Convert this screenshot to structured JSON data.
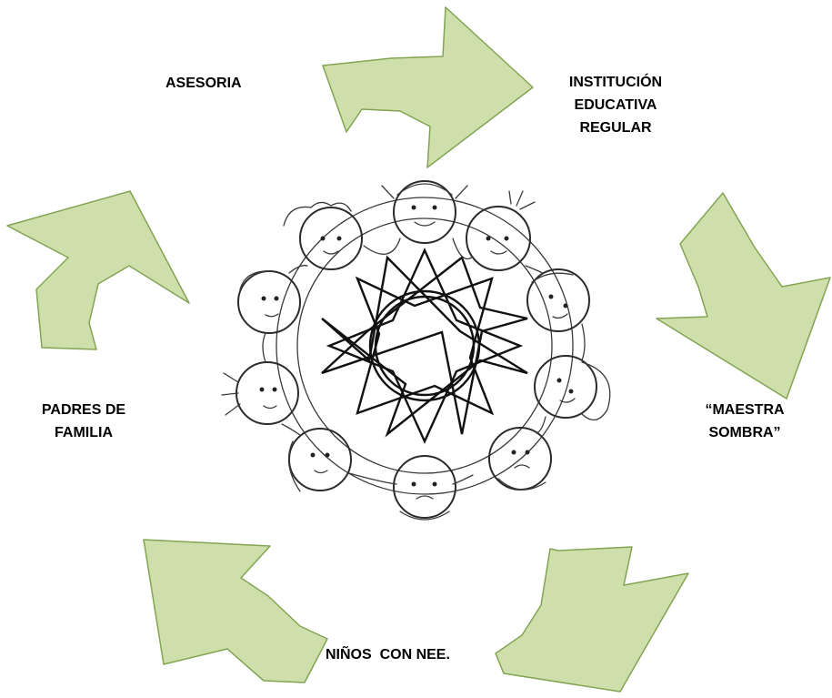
{
  "labels": {
    "top_left": "ASESORIA",
    "top_right": [
      "INSTITUCIÓN",
      "EDUCATIVA",
      "REGULAR"
    ],
    "right": [
      "“MAESTRA",
      "SOMBRA”"
    ],
    "bottom": "NIÑOS  CON NEE.",
    "left": [
      "PADRES DE",
      "FAMILIA"
    ]
  },
  "colors": {
    "arrow_fill": "#cfdfab",
    "arrow_stroke": "#82a453",
    "text": "#000000"
  },
  "cycle_order": [
    "INSTITUCIÓN EDUCATIVA REGULAR",
    "“MAESTRA SOMBRA”",
    "NIÑOS  CON NEE.",
    "PADRES DE FAMILIA",
    "ASESORIA"
  ],
  "center_image": {
    "icon": "children-circle-drawing-icon",
    "child_faces": 10
  }
}
